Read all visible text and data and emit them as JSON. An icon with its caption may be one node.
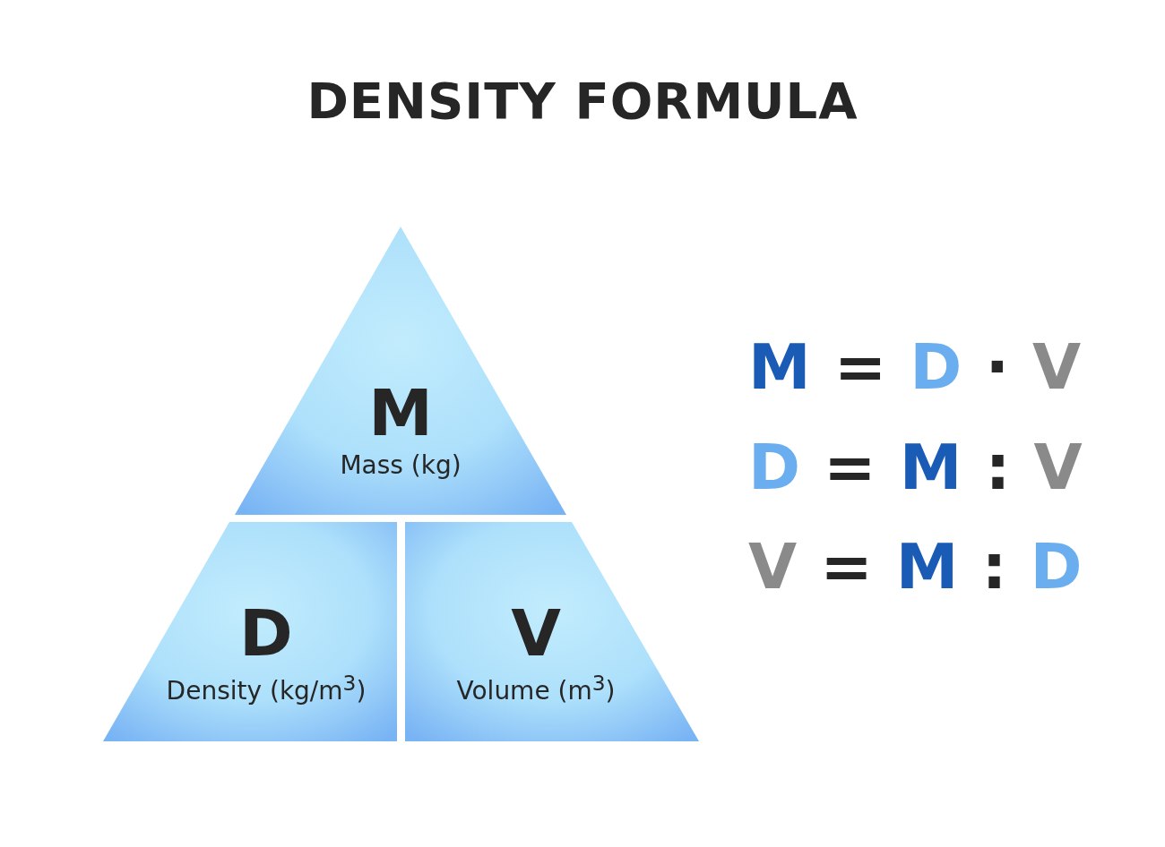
{
  "diagram": {
    "title": "DENSITY FORMULA",
    "nodes": [
      {
        "text": [
          "M",
          "Mass (kg)"
        ]
      },
      {
        "text": [
          "D",
          "Density (kg/m$^{3}$)"
        ]
      },
      {
        "text": [
          "V",
          "Volume (m$^{3}$)"
        ]
      }
    ],
    "labels": [
      "M = D · V",
      "D = M : V",
      "V = M : D"
    ]
  }
}
